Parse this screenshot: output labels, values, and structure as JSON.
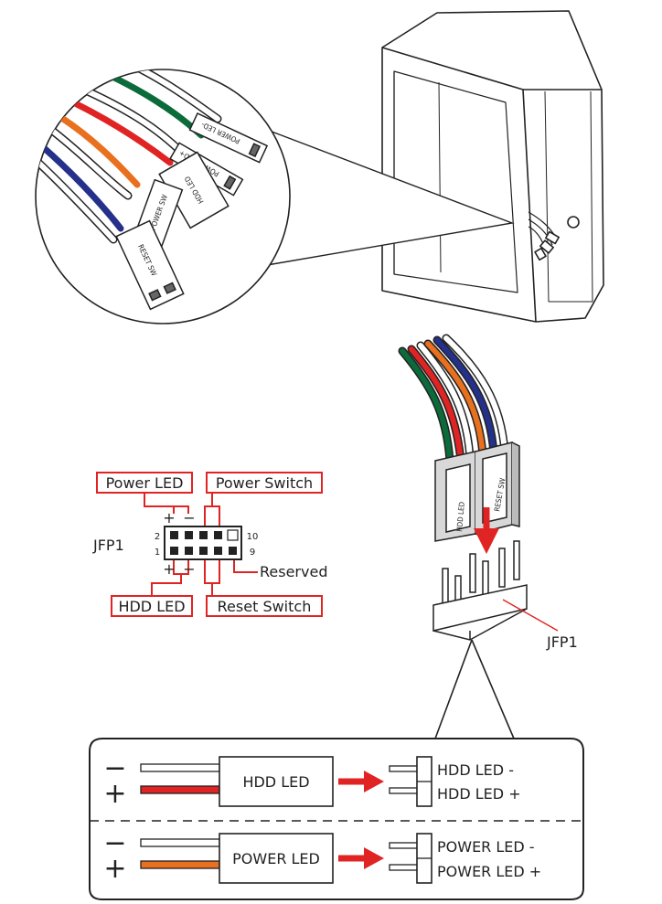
{
  "connectors": {
    "power_led_minus": "POWER LED-",
    "power_led_plus": "POWER LED+",
    "hdd_led": "HDD LED",
    "power_sw": "POWER SW",
    "reset_sw": "RESET SW"
  },
  "header_diagram": {
    "name": "JFP1",
    "power_led": "Power LED",
    "power_switch": "Power Switch",
    "hdd_led": "HDD LED",
    "reset_switch": "Reset Switch",
    "reserved": "Reserved",
    "pin_2": "2",
    "pin_1": "1",
    "pin_10": "10",
    "pin_9": "9",
    "plus_top": "+",
    "minus_top": "−",
    "plus_bottom": "+",
    "minus_bottom": "−"
  },
  "plug": {
    "hdd_led": "HDD LED",
    "reset_sw": "RESET SW",
    "header_label": "JFP1"
  },
  "detail": {
    "row1": {
      "minus": "−",
      "plus": "+",
      "box": "HDD LED",
      "pin_minus": "HDD LED -",
      "pin_plus": "HDD LED +"
    },
    "row2": {
      "minus": "−",
      "plus": "+",
      "box": "POWER LED",
      "pin_minus": "POWER LED -",
      "pin_plus": "POWER LED +"
    }
  },
  "colors": {
    "red": "#e02424",
    "green": "#0b6b3a",
    "orange": "#e8701e",
    "blue": "#24308a",
    "outline": "#1a1a1a"
  }
}
